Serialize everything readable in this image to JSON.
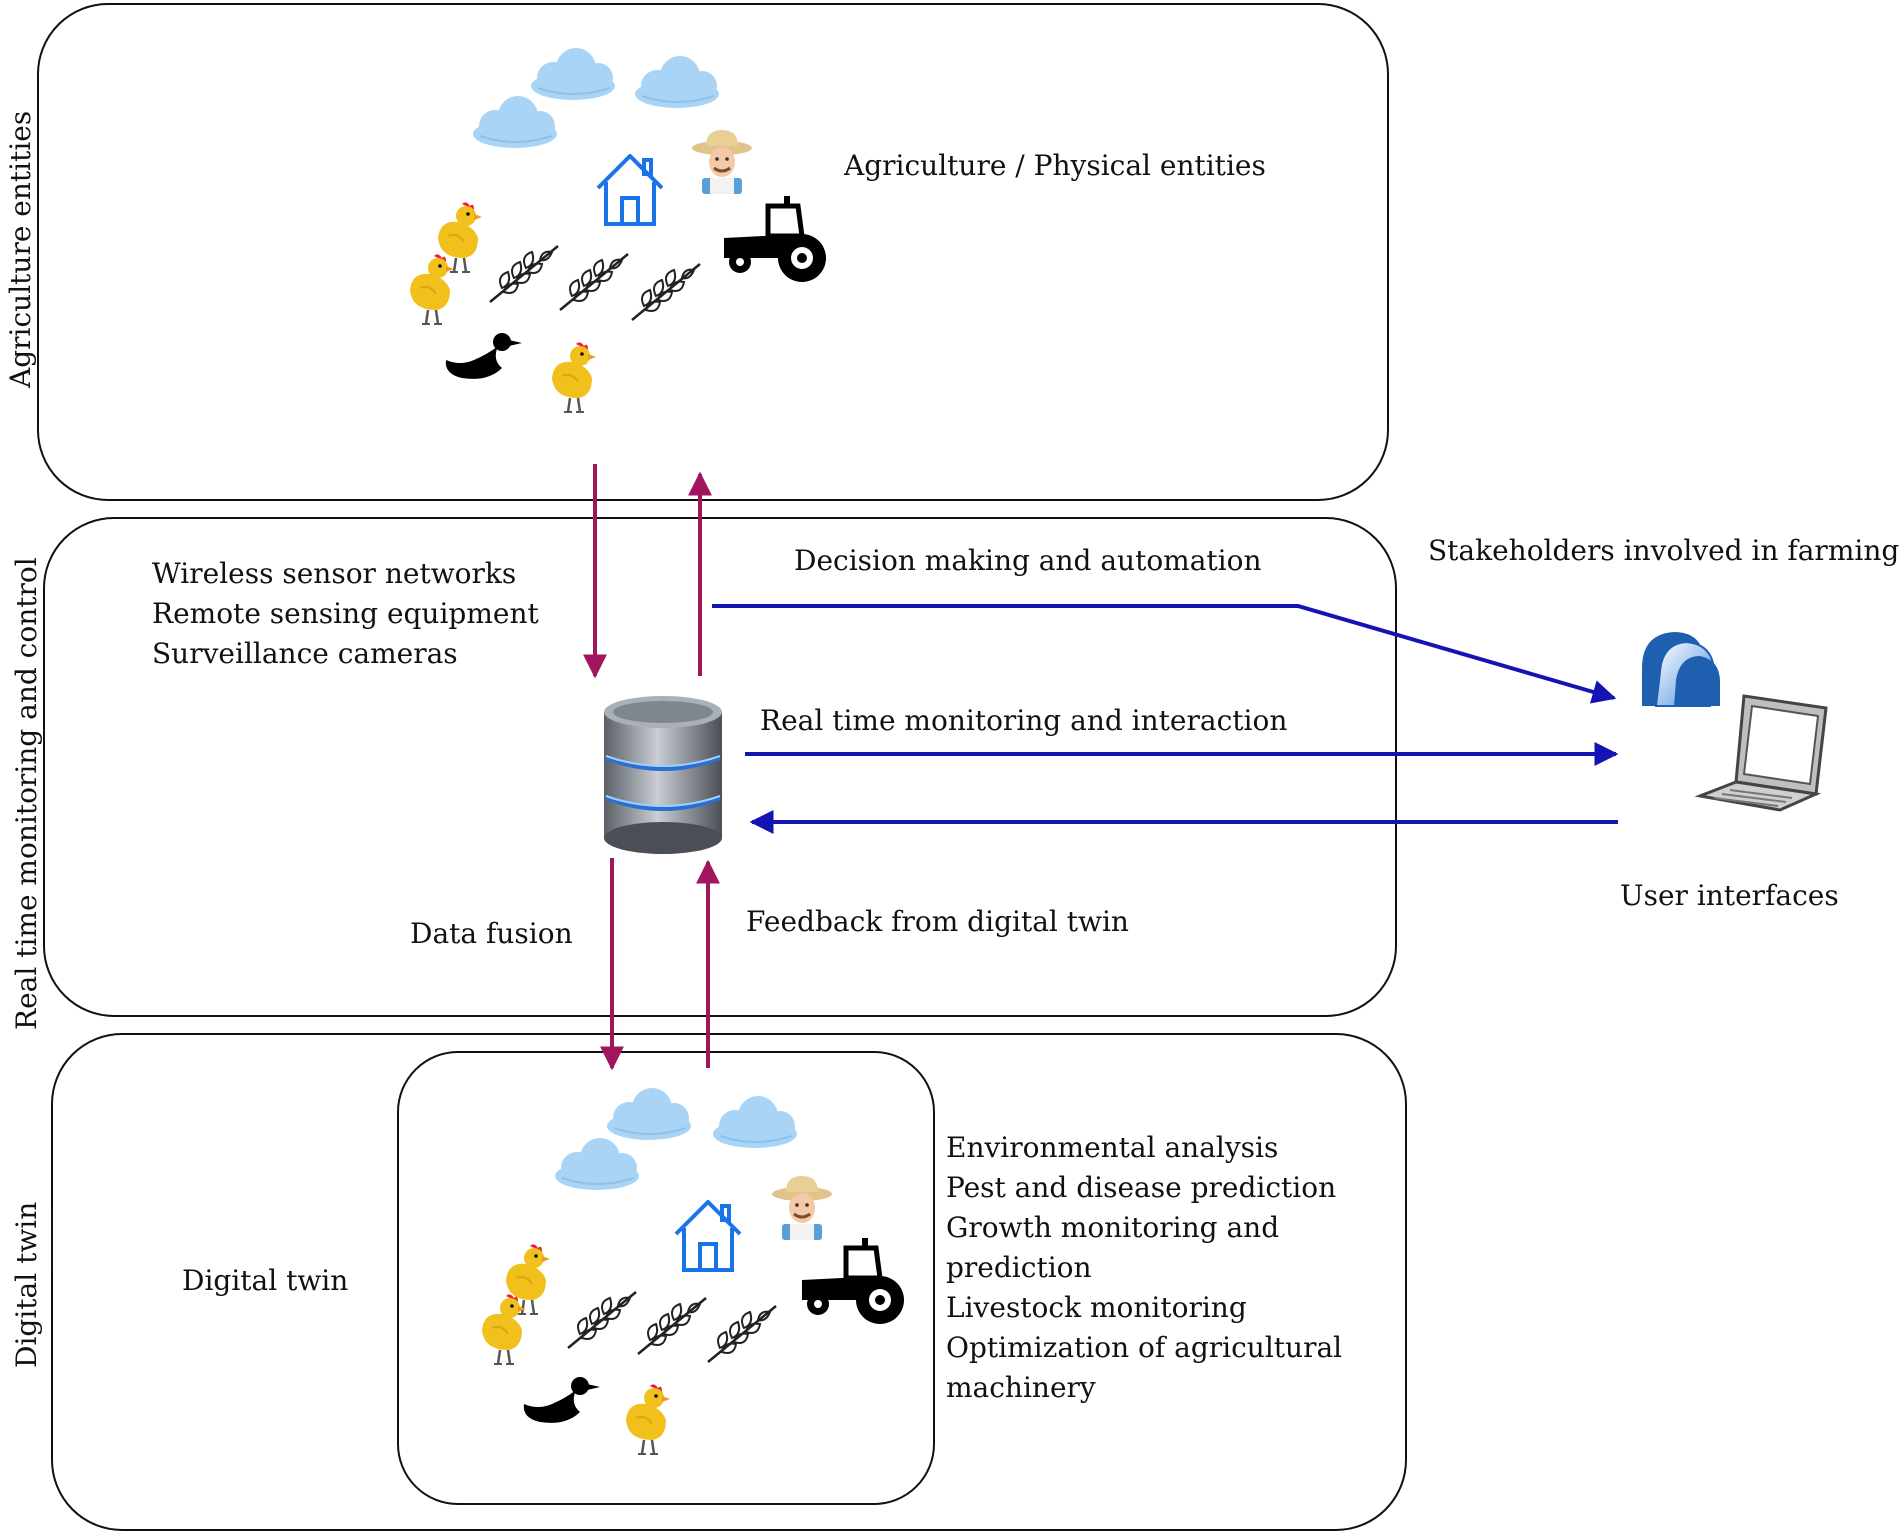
{
  "rows": {
    "agriculture": "Agriculture entities",
    "monitoring": "Real time monitoring and control",
    "twin": "Digital twin"
  },
  "physical": {
    "title": "Agriculture / Physical  entities"
  },
  "sensing": {
    "items": [
      "Wireless sensor networks",
      "Remote sensing equipment",
      "Surveillance cameras"
    ]
  },
  "flows": {
    "decision": "Decision making and automation",
    "realtime": "Real time monitoring and interaction",
    "data_fusion": "Data fusion",
    "feedback": "Feedback from digital twin"
  },
  "stakeholders": {
    "title": "Stakeholders involved in farming"
  },
  "user_interfaces": {
    "title": "User interfaces"
  },
  "twin_box": {
    "title": "Digital twin",
    "functions": [
      "Environmental analysis",
      "Pest and disease prediction",
      "Growth monitoring and",
      "prediction",
      "Livestock monitoring",
      "Optimization of  agricultural",
      "machinery"
    ]
  },
  "colors": {
    "vertical_arrow": "#a0155e",
    "horizontal_arrow": "#1414b4",
    "cloud": "#a9d4f5",
    "chicken": "#f2c01c",
    "house": "#1a73e8"
  },
  "icons": [
    "cloud-icon",
    "house-icon",
    "farmer-icon",
    "tractor-icon",
    "chicken-icon",
    "duck-icon",
    "wheat-icon",
    "database-icon",
    "people-icon",
    "laptop-icon"
  ]
}
